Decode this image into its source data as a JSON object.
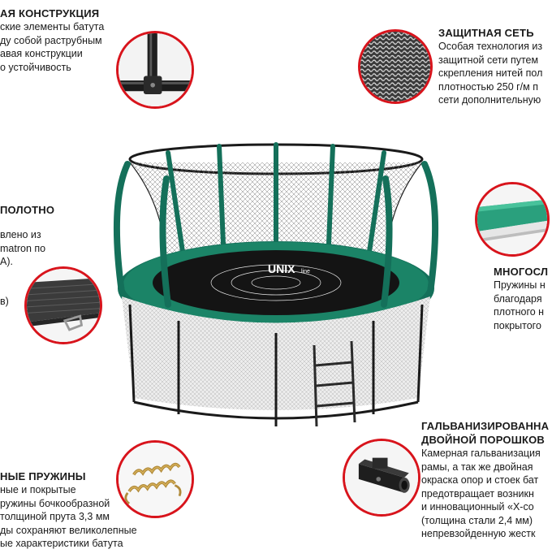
{
  "features": {
    "frame": {
      "title": "АЯ КОНСТРУКЦИЯ",
      "lines": [
        "ские элементы батута",
        "ду собой раструбным",
        "авая конструкции",
        "о устойчивость"
      ],
      "icon": "frame-joint-icon"
    },
    "net": {
      "title": "ЗАЩИТНАЯ СЕТЬ",
      "lines": [
        "Особая технология из",
        "защитной сети путем",
        "скрепления нитей пол",
        "плотностью 250 г/м п",
        "сети дополнительную"
      ],
      "icon": "safety-net-icon"
    },
    "mat": {
      "title": "ПОЛОТНО",
      "lines": [
        "влено из",
        "matron по",
        "A).",
        "",
        "в)"
      ],
      "icon": "jumping-mat-icon"
    },
    "pad": {
      "title": "МНОГОСЛ",
      "lines": [
        "Пружины н",
        "благодаря",
        "плотного н",
        "покрытого"
      ],
      "icon": "protective-pad-icon"
    },
    "springs": {
      "title": "НЫЕ ПРУЖИНЫ",
      "lines": [
        "ные и покрытые",
        "ружины бочкообразной",
        "толщиной прута 3,3 мм",
        "ды сохраняют великолепные",
        "ые характеристики батута"
      ],
      "icon": "springs-icon"
    },
    "galvanized": {
      "title_line1": "ГАЛЬВАНИЗИРОВАННА",
      "title_line2": "ДВОЙНОЙ ПОРОШКОВ",
      "lines": [
        "Камерная гальванизация",
        "рамы, а так же двойная",
        "окраска опор и стоек бат",
        "предотвращает возникн",
        "и инновационный «X-co",
        "(толщина стали 2,4 мм)",
        "непревзойденную жестк"
      ],
      "icon": "x-connector-icon"
    }
  },
  "product": {
    "logo_text": "UNIX",
    "logo_sub": "line"
  },
  "colors": {
    "accent_red": "#d8141c",
    "frame_green": "#14705a",
    "mat_black": "#141414"
  }
}
